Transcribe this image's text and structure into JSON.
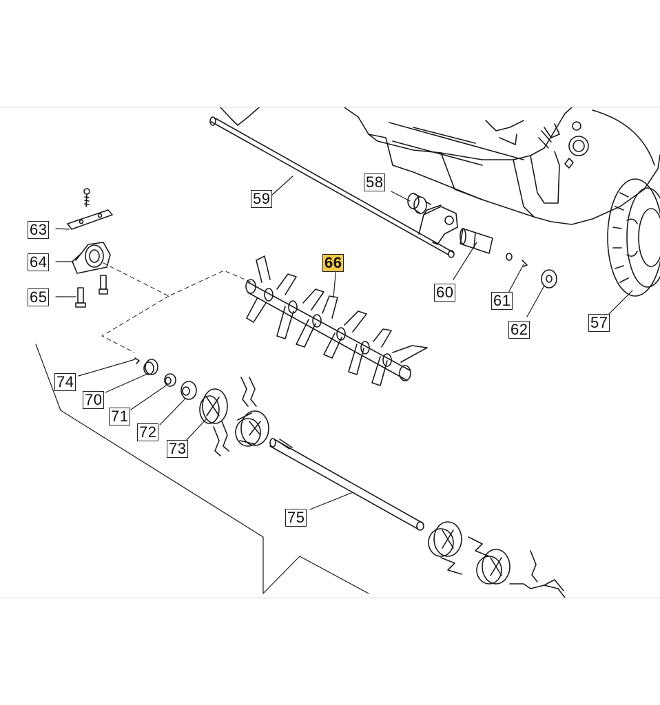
{
  "diagram": {
    "highlight_color": "#f2c84b",
    "line_color": "#1a1a1a",
    "parts": [
      {
        "id": "p57",
        "label": "57",
        "name": "wheel",
        "highlighted": false
      },
      {
        "id": "p58",
        "label": "58",
        "name": "knob",
        "highlighted": false
      },
      {
        "id": "p59",
        "label": "59",
        "name": "rod",
        "highlighted": false
      },
      {
        "id": "p60",
        "label": "60",
        "name": "bushing",
        "highlighted": false
      },
      {
        "id": "p61",
        "label": "61",
        "name": "pin",
        "highlighted": false
      },
      {
        "id": "p62",
        "label": "62",
        "name": "washer",
        "highlighted": false
      },
      {
        "id": "p63",
        "label": "63",
        "name": "plate",
        "highlighted": false
      },
      {
        "id": "p64",
        "label": "64",
        "name": "bearing-housing",
        "highlighted": false
      },
      {
        "id": "p65",
        "label": "65",
        "name": "screws",
        "highlighted": false
      },
      {
        "id": "p66",
        "label": "66",
        "name": "blade-roller",
        "highlighted": true
      },
      {
        "id": "p70",
        "label": "70",
        "name": "bearing",
        "highlighted": false
      },
      {
        "id": "p71",
        "label": "71",
        "name": "nut",
        "highlighted": false
      },
      {
        "id": "p72",
        "label": "72",
        "name": "spacer-washer",
        "highlighted": false
      },
      {
        "id": "p73",
        "label": "73",
        "name": "pulley",
        "highlighted": false
      },
      {
        "id": "p74",
        "label": "74",
        "name": "clip",
        "highlighted": false
      },
      {
        "id": "p75",
        "label": "75",
        "name": "shaft",
        "highlighted": false
      }
    ]
  }
}
